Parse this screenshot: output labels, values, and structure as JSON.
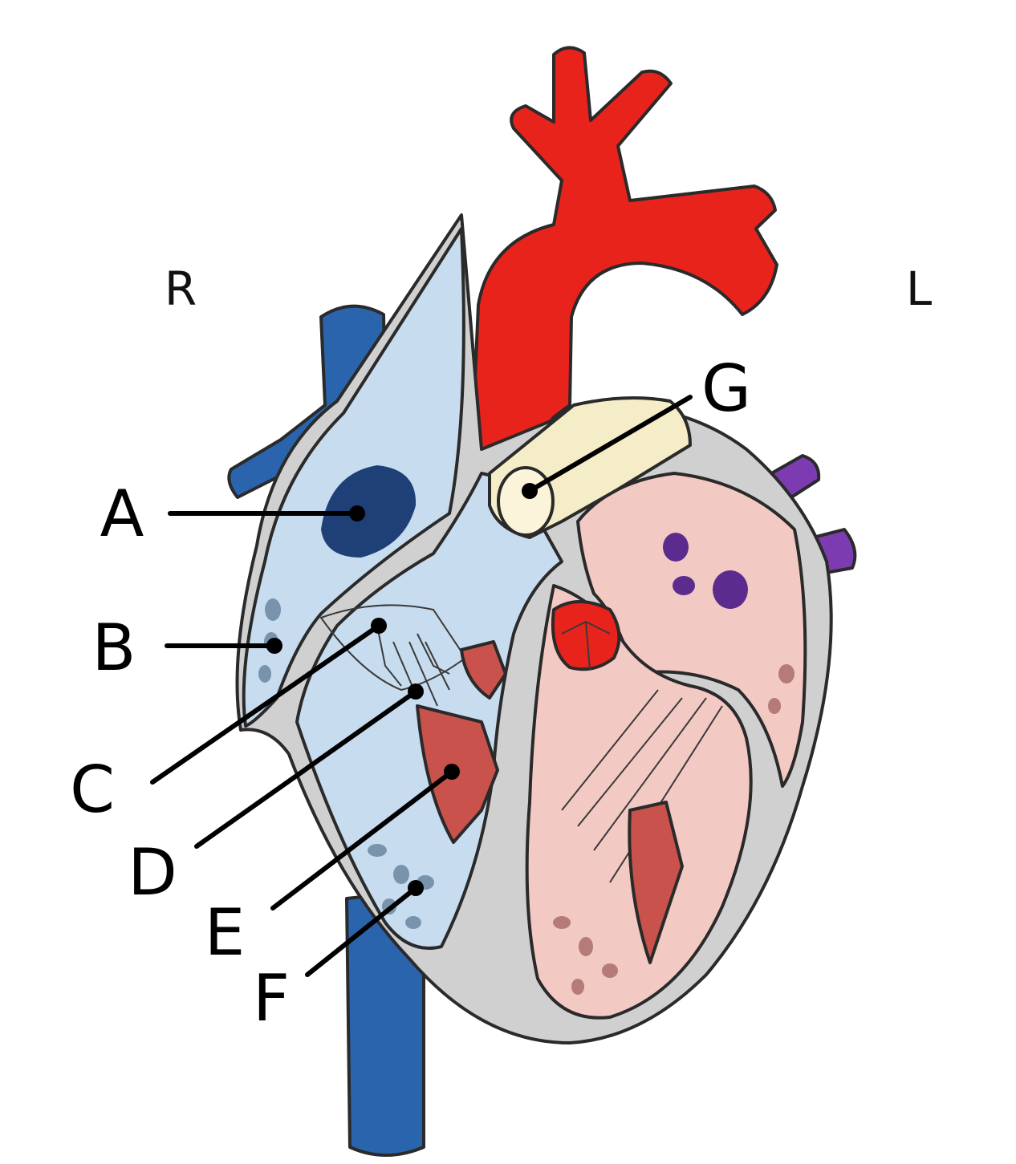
{
  "orientation": {
    "right": "R",
    "left": "L"
  },
  "labels": [
    {
      "id": "A",
      "text": "A"
    },
    {
      "id": "B",
      "text": "B"
    },
    {
      "id": "C",
      "text": "C"
    },
    {
      "id": "D",
      "text": "D"
    },
    {
      "id": "E",
      "text": "E"
    },
    {
      "id": "F",
      "text": "F"
    },
    {
      "id": "G",
      "text": "G"
    }
  ],
  "colors": {
    "aorta": "#e8231c",
    "vena_cava": "#2a64ad",
    "pulmonary_veins": "#7c3bb0",
    "right_chambers": "#c8dcef",
    "left_chambers": "#f3c9c4",
    "wall": "#d0d0d0",
    "papillary_muscle": "#c9524c",
    "valve": "#f5ecc8"
  }
}
